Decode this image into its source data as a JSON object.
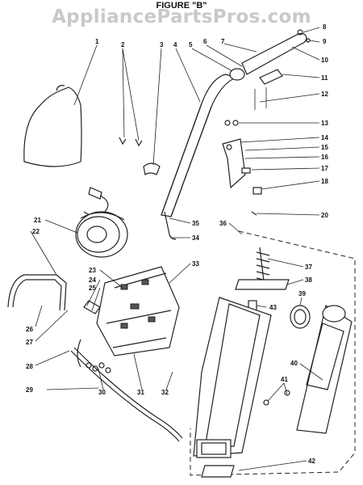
{
  "watermark": "AppliancePartsPros.com",
  "figure_title": "FIGURE \"B\"",
  "callouts": [
    "1",
    "2",
    "3",
    "4",
    "5",
    "6",
    "7",
    "8",
    "9",
    "10",
    "11",
    "12",
    "13",
    "14",
    "15",
    "16",
    "17",
    "18",
    "20",
    "21",
    "22",
    "23",
    "24",
    "25",
    "26",
    "27",
    "28",
    "29",
    "30",
    "31",
    "32",
    "33",
    "34",
    "35",
    "36",
    "37",
    "38",
    "39",
    "40",
    "41",
    "42",
    "43"
  ]
}
